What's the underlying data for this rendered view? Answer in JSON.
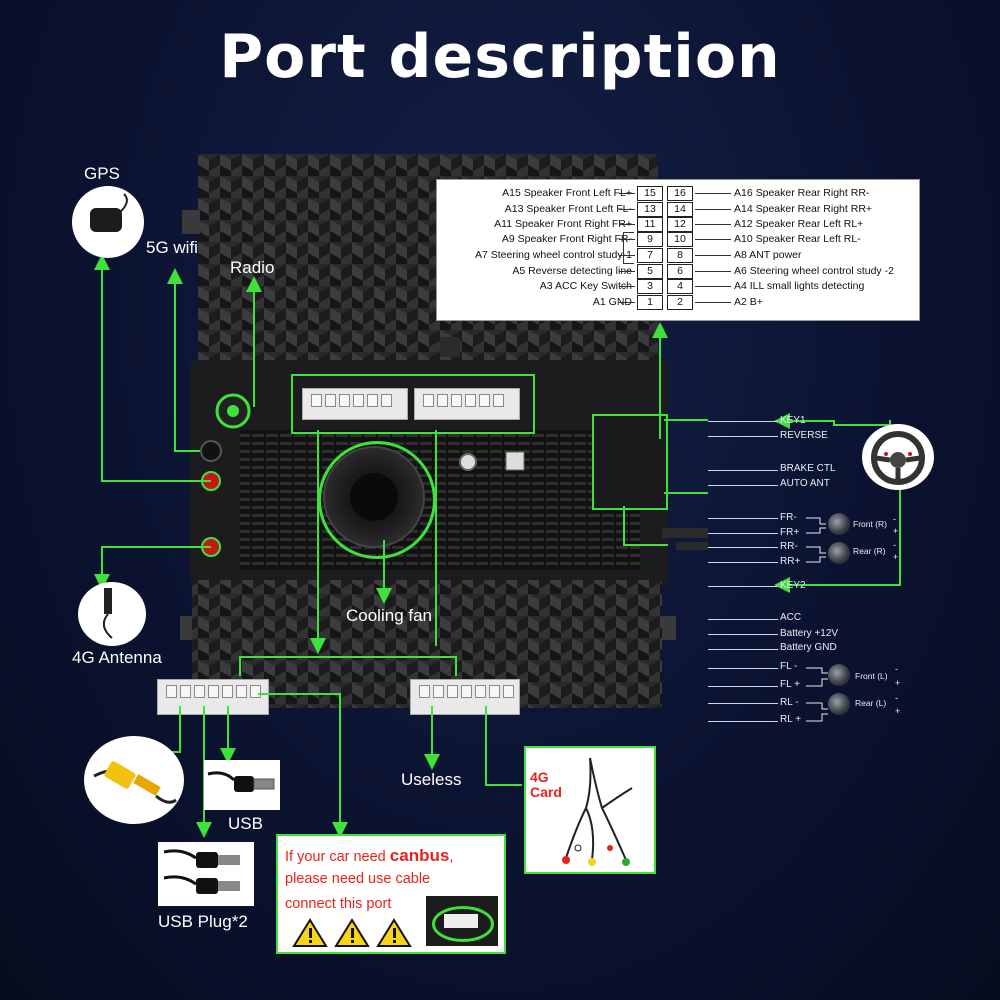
{
  "title": "Port description",
  "labels": {
    "gps": "GPS",
    "wifi": "5G wifi",
    "radio": "Radio",
    "cooling_fan": "Cooling fan",
    "antenna_4g": "4G Antenna",
    "useless": "Useless",
    "usb": "USB",
    "usb_plug": "USB Plug*2",
    "card_4g_line1": "4G",
    "card_4g_line2": "Card"
  },
  "pin_table": {
    "rows": [
      {
        "left_desc": "A15  Speaker Front Left FL+",
        "left_pin": "15",
        "right_pin": "16",
        "right_desc": "A16 Speaker Rear Right RR-"
      },
      {
        "left_desc": "A13  Speaker Front Left FL-",
        "left_pin": "13",
        "right_pin": "14",
        "right_desc": "A14 Speaker Rear Right RR+"
      },
      {
        "left_desc": "A11  Speaker Front Right FR+",
        "left_pin": "11",
        "right_pin": "12",
        "right_desc": "A12 Speaker Rear Left RL+"
      },
      {
        "left_desc": "A9    Speaker Front Right FR-",
        "left_pin": "9",
        "right_pin": "10",
        "right_desc": "A10 Speaker Rear Left RL-"
      },
      {
        "left_desc": "A7   Steering wheel control study-1",
        "left_pin": "7",
        "right_pin": "8",
        "right_desc": "A8   ANT power"
      },
      {
        "left_desc": "A5    Reverse detecting line",
        "left_pin": "5",
        "right_pin": "6",
        "right_desc": "A6   Steering wheel control study -2"
      },
      {
        "left_desc": "A3 ACC Key Switch",
        "left_pin": "3",
        "right_pin": "4",
        "right_desc": "A4   ILL small lights detecting"
      },
      {
        "left_desc": "A1 GND",
        "left_pin": "1",
        "right_pin": "2",
        "right_desc": "A2   B+"
      }
    ]
  },
  "harness": {
    "key1": "KEY1",
    "reverse": "REVERSE",
    "brake": "BRAKE CTL",
    "auto_ant": "AUTO ANT",
    "fr_minus": "FR-",
    "fr_plus": "FR+",
    "rr_minus": "RR-",
    "rr_plus": "RR+",
    "key2": "KEY2",
    "acc": "ACC",
    "battery": "Battery +12V",
    "battery_gnd": "Battery GND",
    "fl_minus": "FL -",
    "fl_plus": "FL +",
    "rl_minus": "RL -",
    "rl_plus": "RL +",
    "front_r": "Front (R)",
    "rear_r": "Rear (R)",
    "front_l": "Front (L)",
    "rear_l": "Rear (L)",
    "minus": "-",
    "plus": "+"
  },
  "canbus": {
    "line1_prefix": "If your car need ",
    "line1_emph": "canbus",
    "line1_suffix": ",",
    "line2": "please need use cable",
    "line3": "connect this port"
  },
  "colors": {
    "background": "#0b1331",
    "accent_green": "#3ee23a",
    "warning_red": "#e8231b",
    "warning_yellow": "#f7d417"
  }
}
